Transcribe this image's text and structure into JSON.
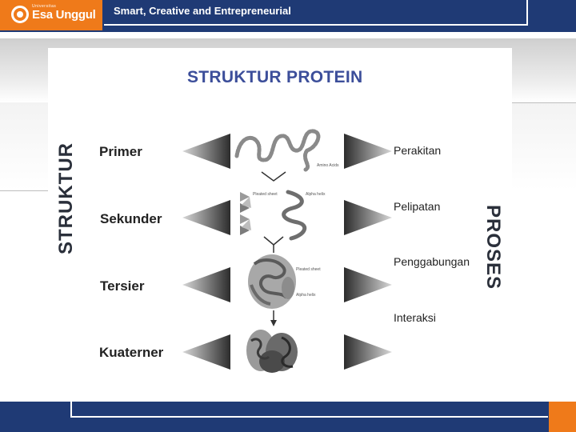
{
  "header": {
    "logo_small": "Universitas",
    "logo_text": "Esa Unggul",
    "tagline": "Smart, Creative and Entrepreneurial"
  },
  "slide": {
    "title": "STRUKTUR PROTEIN",
    "left_label": "STRUKTUR",
    "right_label": "PROSES",
    "levels": [
      "Primer",
      "Sekunder",
      "Tersier",
      "Kuaterner"
    ],
    "processes": [
      "Perakitan",
      "Pelipatan",
      "Penggabungan",
      "Interaksi"
    ],
    "diagram_labels": {
      "amino_acids": "Amino Acids",
      "pleated_sheet_1": "Pleated sheet",
      "alpha_helix_1": "Alpha helix",
      "pleated_sheet_2": "Pleated sheet",
      "alpha_helix_2": "Alpha helix"
    }
  },
  "colors": {
    "brand_blue": "#1f3a75",
    "brand_orange": "#ef7a1a",
    "title_blue": "#3c4e9a"
  }
}
